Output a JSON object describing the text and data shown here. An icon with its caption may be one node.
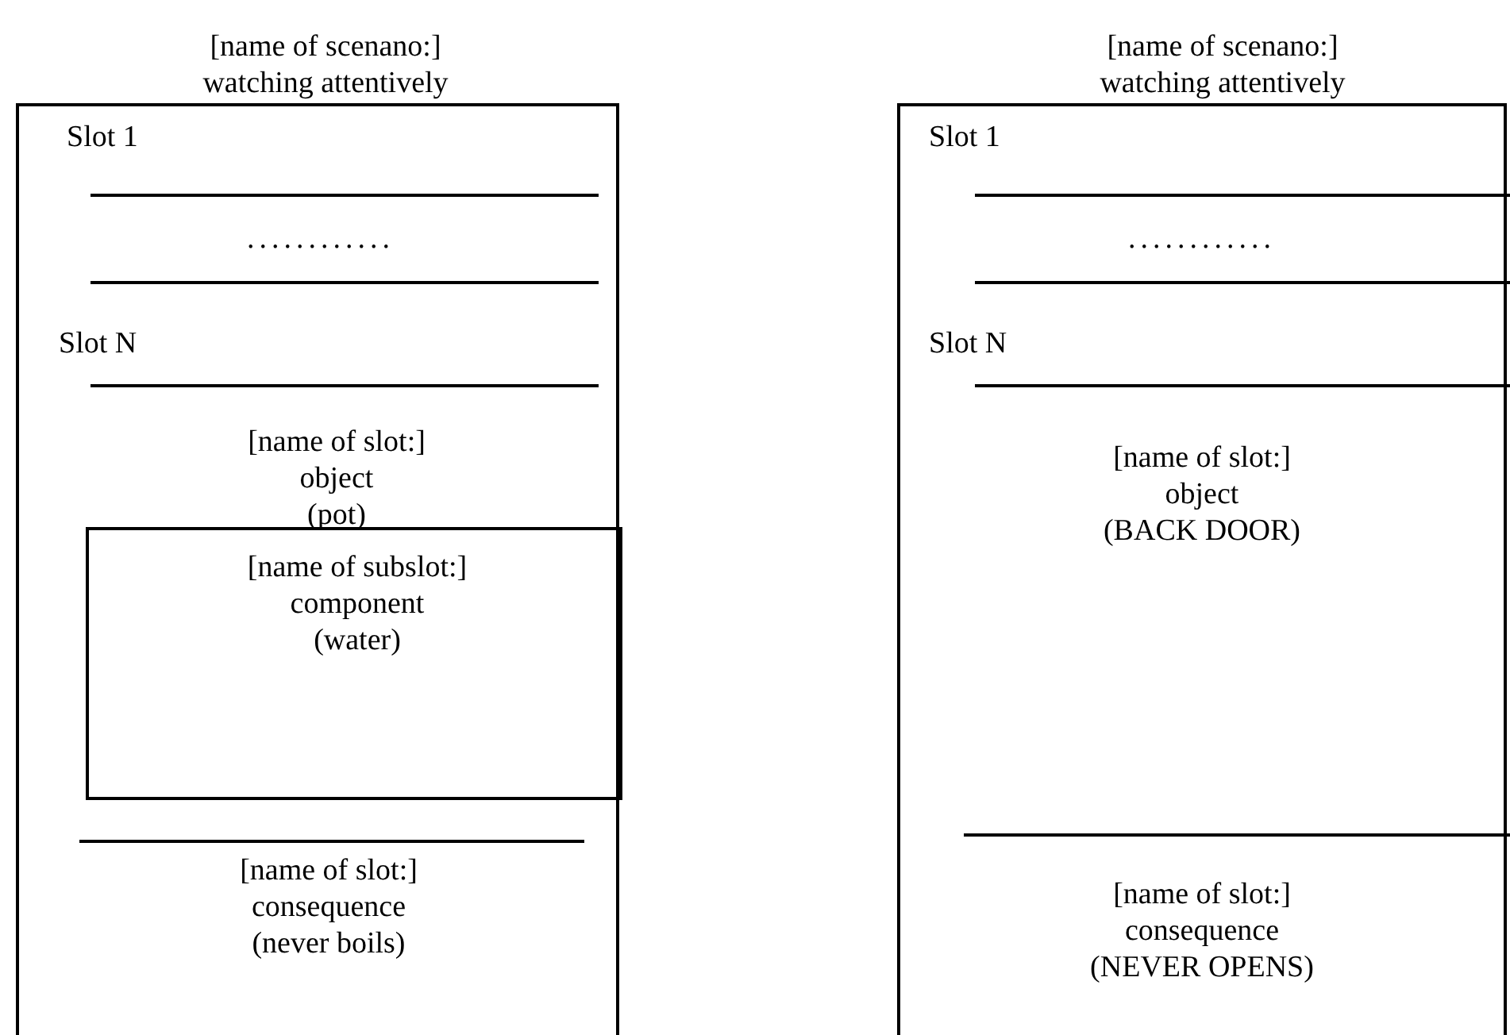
{
  "diagram": {
    "nodes": [
      {
        "text": [
          "[name of scenano:] watching attentively",
          "Slot 1",
          "............",
          "Slot N",
          "[name of slot:] object (pot)",
          "[name of slot:] consequence (never boils)"
        ]
      },
      {
        "text": [
          "[name of subslot:] component (water)"
        ],
        "in": 0
      },
      {
        "text": [
          "[name of scenano:] watching attentively",
          "Slot 1",
          "............",
          "Slot N",
          "[name of slot:] object (BACK DOOR)",
          "[name of slot:] consequence (NEVER OPENS)"
        ]
      }
    ]
  }
}
